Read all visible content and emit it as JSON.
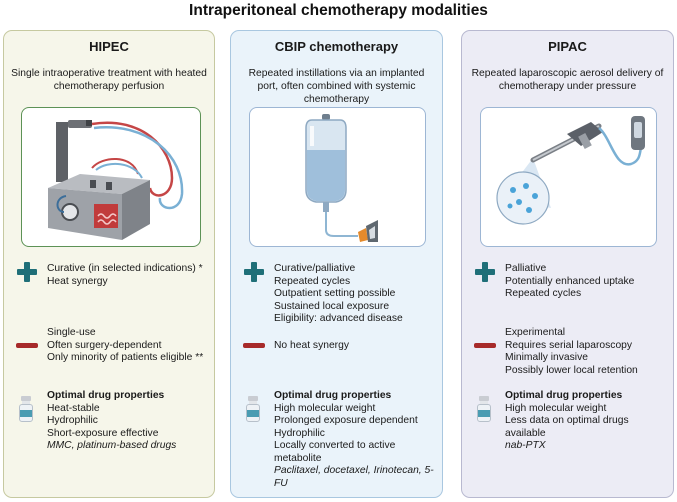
{
  "title": "Intraperitoneal chemotherapy modalities",
  "panels": [
    {
      "title": "HIPEC",
      "description": "Single intraoperative treatment with heated chemotherapy perfusion",
      "pros": [
        "Curative (in selected indications) *",
        "Heat synergy"
      ],
      "cons": [
        "Single-use",
        "Often surgery-dependent",
        "Only minority of patients eligible **"
      ],
      "drug_heading": "Optimal drug properties",
      "drug_props": [
        "Heat-stable",
        "Hydrophilic",
        "Short-exposure effective"
      ],
      "drug_examples": "MMC, platinum-based drugs"
    },
    {
      "title": "CBIP chemotherapy",
      "description": "Repeated instillations via an implanted port, often combined with systemic chemotherapy",
      "pros": [
        "Curative/palliative",
        "Repeated cycles",
        "Outpatient setting possible",
        "Sustained local exposure",
        "Eligibility: advanced disease"
      ],
      "cons": [
        "No heat synergy"
      ],
      "drug_heading": "Optimal drug properties",
      "drug_props": [
        "High molecular weight",
        "Prolonged exposure dependent",
        "Hydrophilic",
        "Locally converted to active metabolite"
      ],
      "drug_examples": "Paclitaxel, docetaxel, Irinotecan, 5-FU"
    },
    {
      "title": "PIPAC",
      "description": "Repeated laparoscopic aerosol delivery of chemotherapy under pressure",
      "pros": [
        "Palliative",
        "Potentially enhanced uptake",
        "Repeated cycles"
      ],
      "cons": [
        "Experimental",
        "Requires serial laparoscopy",
        "Minimally invasive",
        "Possibly lower local retention"
      ],
      "drug_heading": "Optimal drug properties",
      "drug_props": [
        "High molecular weight",
        "Less data on optimal drugs available"
      ],
      "drug_examples": "nab-PTX"
    }
  ],
  "icons": {
    "advantage": "plus-icon",
    "disadvantage": "minus-icon",
    "drug": "drug-vial-icon"
  },
  "colors": {
    "plus": "#1f6f78",
    "minus": "#a72a2a",
    "hipec_bg": "#f6f6ea",
    "cbip_bg": "#eaf3fa",
    "pipac_bg": "#ececf5"
  }
}
